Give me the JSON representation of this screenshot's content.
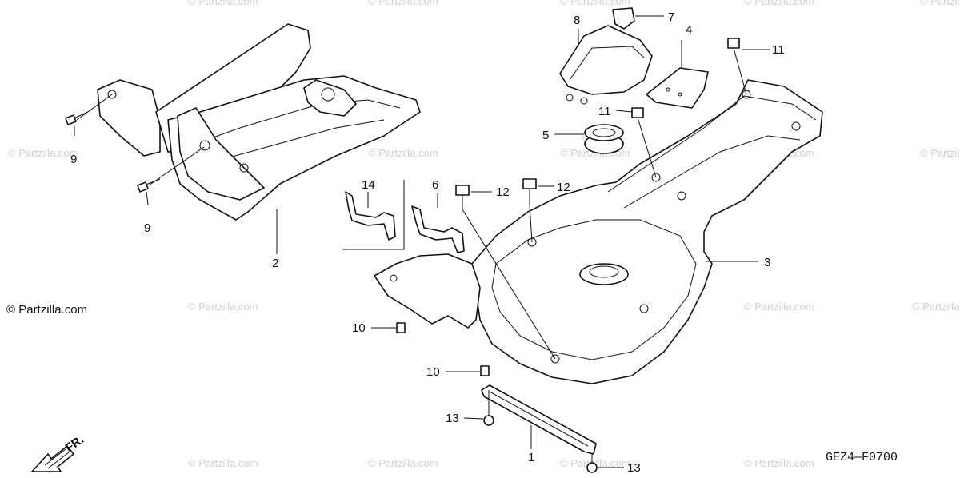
{
  "diagram": {
    "callouts": {
      "p1": "1",
      "p2": "2",
      "p3": "3",
      "p4": "4",
      "p5": "5",
      "p6": "6",
      "p7": "7",
      "p8": "8",
      "p9a": "9",
      "p9b": "9",
      "p10a": "10",
      "p10b": "10",
      "p11a": "11",
      "p11b": "11",
      "p12a": "12",
      "p12b": "12",
      "p13a": "13",
      "p13b": "13",
      "p14": "14"
    },
    "diagram_code": "GEZ4—F0700",
    "front_marker": "FR.",
    "watermark": "© Partzilla.com",
    "colors": {
      "line": "#111111",
      "watermark": "#cfcfcf",
      "background": "#ffffff"
    }
  }
}
